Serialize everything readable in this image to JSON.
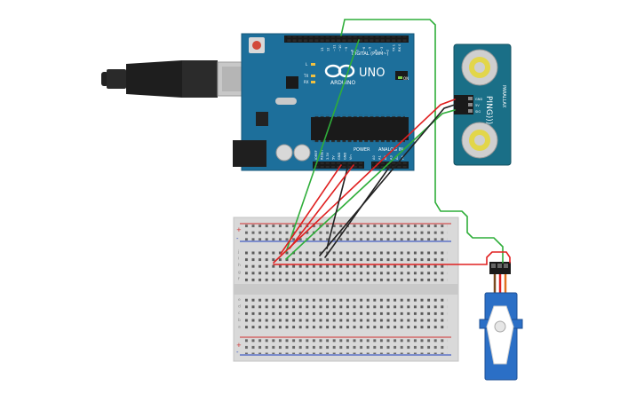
{
  "arduino": {
    "brand": "ARDUINO",
    "model": "UNO",
    "digital_header": "DIGITAL (PWM~)",
    "power_header": "POWER",
    "analog_header": "ANALOG IN",
    "on_label": "ON",
    "l_label": "L",
    "tx_label": "TX",
    "rx_label": "RX",
    "aref_label": "AREF",
    "gnd_label": "GND",
    "digital_pins": [
      "13",
      "12",
      "~11",
      "~10",
      "~9",
      "8",
      "7",
      "~6",
      "~5",
      "4",
      "~3",
      "2",
      "TX 1",
      "RX 0"
    ],
    "power_pins": [
      "IOREF",
      "RESET",
      "3.3V",
      "5V",
      "GND",
      "GND",
      "Vin"
    ],
    "analog_pins": [
      "A0",
      "A1",
      "A2",
      "A3",
      "A4",
      "A5"
    ],
    "board_color": "#1d6f9b"
  },
  "ping_sensor": {
    "title": "PING)))",
    "pins": [
      "GND",
      "5V",
      "SIG"
    ],
    "maker": "PARALLAX",
    "board_color": "#1a6f87"
  },
  "breadboard": {
    "row_letters_top": [
      "j",
      "i",
      "h",
      "g",
      "f"
    ],
    "row_letters_bottom": [
      "e",
      "d",
      "c",
      "b",
      "a"
    ],
    "plus": "+",
    "minus": "-"
  },
  "wire_colors": {
    "red": "#e02020",
    "black": "#222222",
    "green": "#2fae3a",
    "orange": "#e07020"
  },
  "servo": {
    "body_color": "#2b6fc6"
  }
}
